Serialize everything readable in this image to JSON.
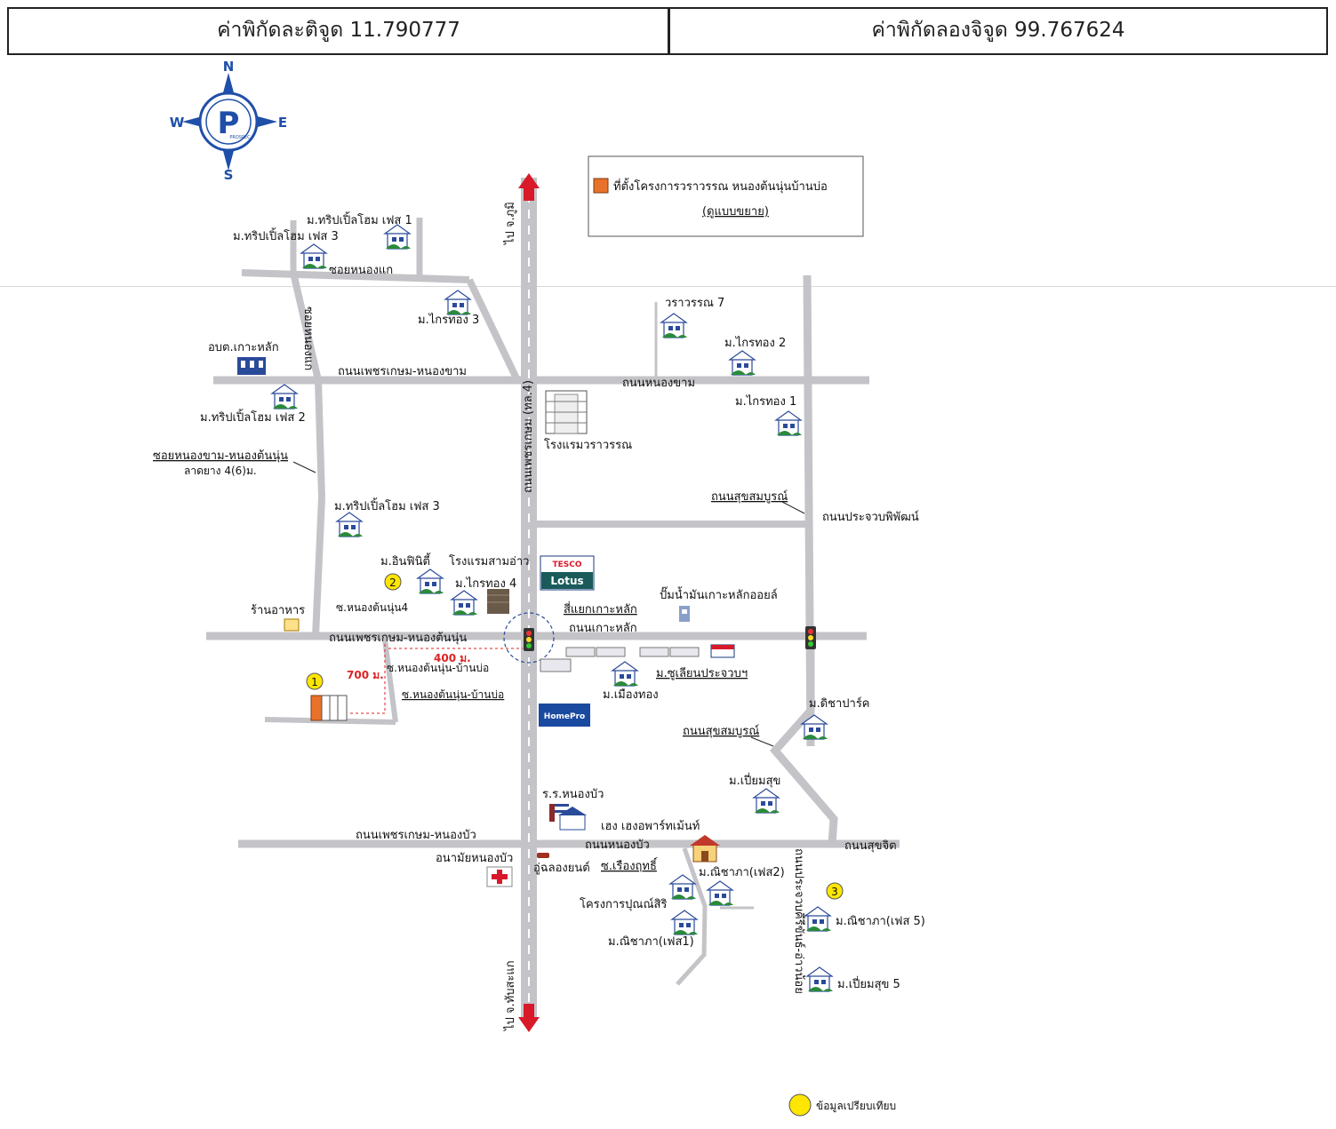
{
  "header": {
    "latitude": "ค่าพิกัดละติจูด 11.790777",
    "longitude": "ค่าพิกัดลองจิจูด 99.767624"
  },
  "compass": {
    "n": "N",
    "s": "S",
    "e": "E",
    "w": "W",
    "logo_text": "PROSPEC"
  },
  "legend": {
    "project": "ที่ตั้งโครงการวราวรรณ หนองต้นนุ่นบ้านบ่อ",
    "note": "(ดูแบบขยาย)",
    "compare": "ข้อมูลเปรียบเทียบ"
  },
  "directions": {
    "north": "ไป จ.ภูมิ",
    "south": "ไป จ.ทับสะแก"
  },
  "roads": {
    "soi_nong_kae": "ซอยหนองแก",
    "soi_nong_kae_v": "ซอยหนองแก",
    "petkasem_nongkham": "ถนนเพชรเกษม-หนองขาม",
    "nongkham_rd": "ถนนหนองขาม",
    "soi_nongkham": "ซอยหนองขาม-หนองต้นนุ่น",
    "soi_nongkham_sub": "ลาดยาง 4(6)ม.",
    "highway": "ถนนเพชรเกษม (ทล.4)",
    "suksomboon1": "ถนนสุขสมบูรณ์",
    "prachuap": "ถนนประจวบพิพัฒน์",
    "petkasem_nongtonnun": "ถนนเพชรเกษม-หนองต้นนุ่น",
    "intersection": "สี่แยกเกาะหลัก",
    "kohlak_rd": "ถนนเกาะหลัก",
    "soi_nongtonnun4": "ซ.หนองต้นนุ่น4",
    "soi_bannbo1": "ซ.หนองต้นนุ่น-บ้านบ่อ",
    "soi_bannbo2": "ซ.หนองต้นนุ่น-บ้านบ่อ",
    "suksomboon2": "ถนนสุขสมบูรณ์",
    "petkasem_nongbua": "ถนนเพชรเกษม-หนองบัว",
    "nongbua_rd": "ถนนหนองบัว",
    "sukhit_rd": "ถนนสุขจิต",
    "prachuap_v": "ถนนประจวบคีรีขันธ์-อ่าวน้อย"
  },
  "distances": {
    "d400": "400 ม.",
    "d700": "700 ม."
  },
  "places": {
    "trip1": "ม.ทริปเปิ้ลโฮม เฟส 1",
    "trip3a": "ม.ทริปเปิ้ลโฮม เฟส 3",
    "kraithong3": "ม.ไกรทอง 3",
    "obt": "อบต.เกาะหลัก",
    "trip2": "ม.ทริปเปิ้ลโฮม เฟส 2",
    "varawan7": "วราวรรณ 7",
    "kraithong2": "ม.ไกรทอง 2",
    "kraithong1": "ม.ไกรทอง 1",
    "hotel_varawan": "โรงแรมวราวรรณ",
    "trip3b": "ม.ทริปเปิ้ลโฮม เฟส 3",
    "infinity": "ม.อินฟินิตี้",
    "hotel_samaow": "โรงแรมสามอ่าว",
    "kraithong4": "ม.ไกรทอง 4",
    "restaurant": "ร้านอาหาร",
    "gas": "ปั๊มน้ำมันเกาะหลักออยล์",
    "suzuki": "ม.ซูเลียนประจวบฯ",
    "muangthong": "ม.เมืองทอง",
    "disapark": "ม.ดิชาปาร์ค",
    "piamsuk": "ม.เปี่ยมสุข",
    "school": "ร.ร.หนองบัว",
    "garment": "เฮง เฮงอพาร์ทเม้นท์",
    "clinic": "อนามัยหนองบัว",
    "carshop": "อู่ฉลองยนต์",
    "soi_ruang": "ซ.เรืองฤทธิ์",
    "nichapa2": "ม.ณิชาภา(เฟส2)",
    "punsiri": "โครงการปุณณ์สิริ",
    "nichapa1": "ม.ณิชาภา(เฟส1)",
    "nichapa5": "ม.ณิชาภา(เฟส 5)",
    "piamsuk5": "ม.เปี่ยมสุข 5"
  },
  "logos": {
    "tesco": "TESCO",
    "lotus": "Lotus",
    "homepro": "HomePro"
  },
  "markers": {
    "m1": "1",
    "m2": "2",
    "m3": "3"
  },
  "colors": {
    "road": "#c4c4c8",
    "project": "#e8722a",
    "marker": "#ffe600",
    "arrow": "#d8192a",
    "house": "#2a8a3a"
  }
}
